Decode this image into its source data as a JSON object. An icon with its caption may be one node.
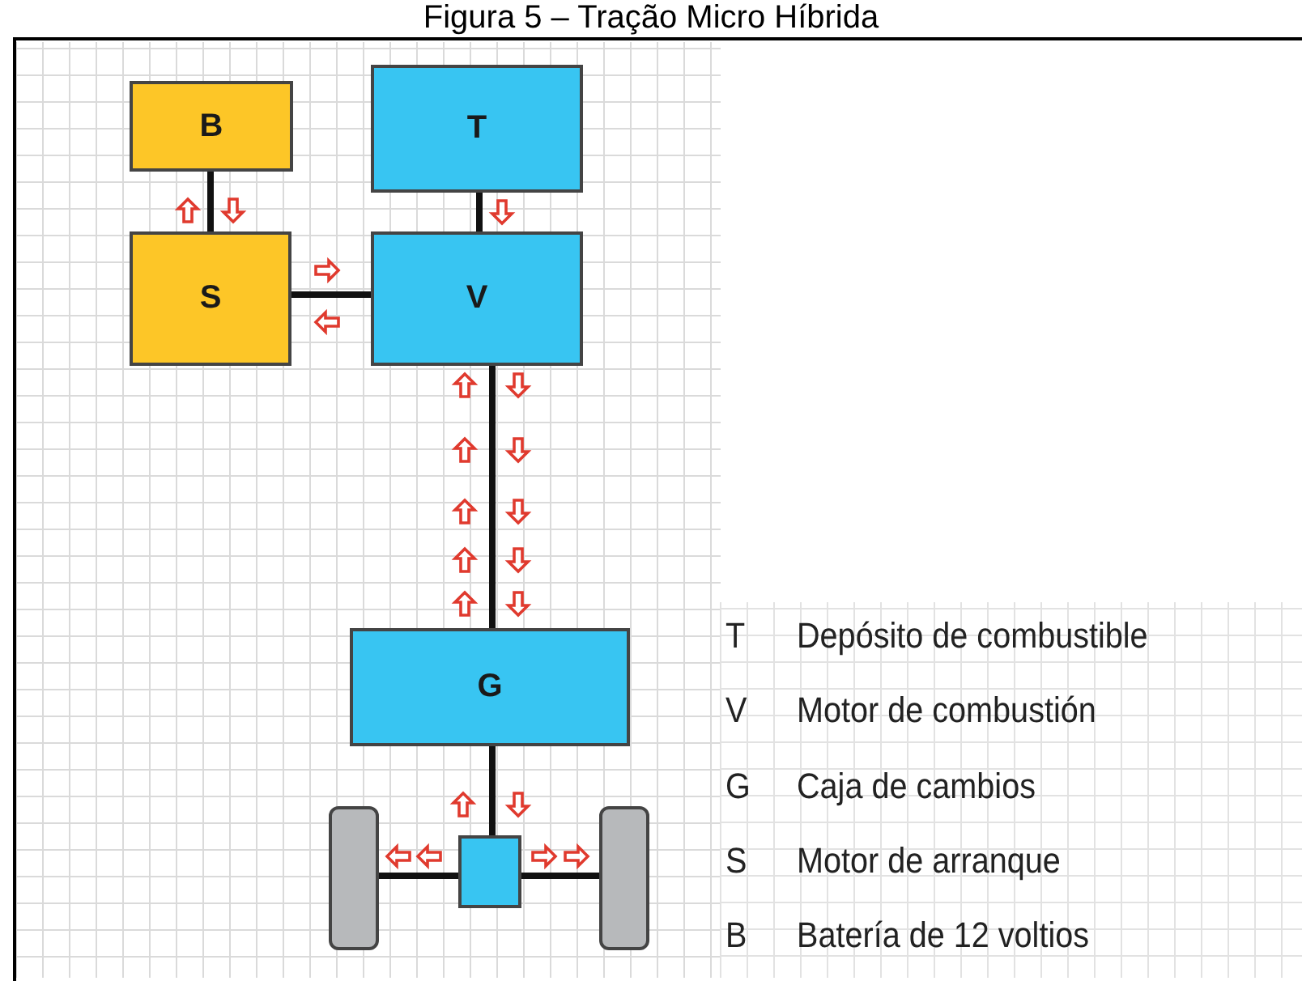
{
  "diagram": {
    "title": "Figura 5 – Tração Micro Híbrida",
    "nodes": [
      {
        "text": [
          "B"
        ]
      },
      {
        "text": [
          "T"
        ]
      },
      {
        "text": [
          "S"
        ]
      },
      {
        "text": [
          "V"
        ]
      },
      {
        "text": [
          "G"
        ]
      },
      {
        "text": [],
        "shape": "box"
      },
      {
        "text": [],
        "shape": "wheel"
      },
      {
        "text": [],
        "shape": "wheel"
      }
    ],
    "edges": [
      {
        "from": 0,
        "to": 2,
        "arrow": "none"
      },
      {
        "from": 1,
        "to": 3,
        "arrow": "none"
      },
      {
        "from": 2,
        "to": 3,
        "arrow": "none"
      },
      {
        "from": 3,
        "to": 4,
        "arrow": "none"
      },
      {
        "from": 4,
        "to": 5,
        "arrow": "none"
      },
      {
        "from": 5,
        "to": 6,
        "arrow": "none"
      },
      {
        "from": 5,
        "to": 7,
        "arrow": "none"
      }
    ],
    "labels": [
      "T",
      "Depósito de combustible",
      "V",
      "Motor de combustión",
      "G",
      "Caja de cambios",
      "S",
      "Motor de arranque",
      "B",
      "Batería de 12 voltios"
    ]
  }
}
